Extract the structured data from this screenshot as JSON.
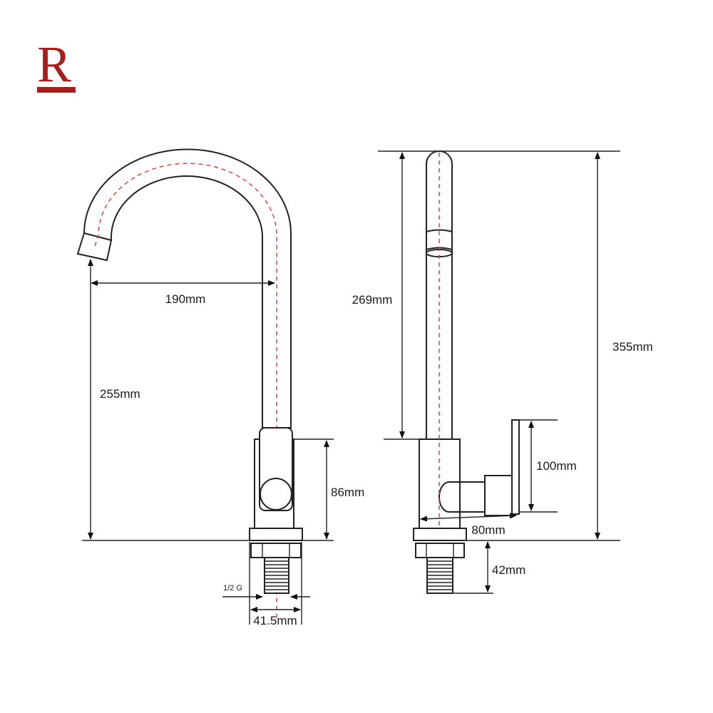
{
  "brand": {
    "logo_letter": "R",
    "color": "#a3201f"
  },
  "front_view": {
    "reach": "190mm",
    "spout_height": "255mm",
    "body_height": "86mm",
    "thread": "1/2 G",
    "base_diameter": "41.5mm"
  },
  "side_view": {
    "spout_length": "269mm",
    "total_height": "355mm",
    "handle_height": "100mm",
    "handle_depth": "80mm",
    "shank_length": "42mm"
  },
  "colors": {
    "line": "#222222",
    "centerline": "#d23a3a"
  }
}
